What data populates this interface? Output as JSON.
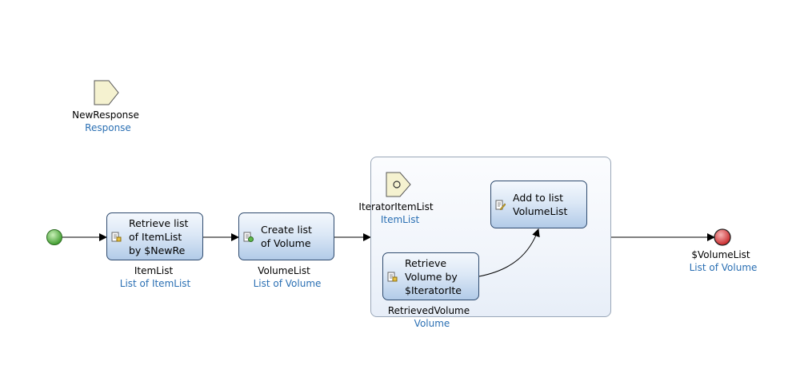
{
  "parameter": {
    "name": "NewResponse",
    "type": "Response"
  },
  "activities": [
    {
      "id": "retrieve-itemlist",
      "text": "Retrieve list\nof ItemList\nby $NewRe",
      "icon": "retrieve-icon",
      "output_name": "ItemList",
      "output_type": "List of ItemList"
    },
    {
      "id": "create-list",
      "text": "Create list\nof Volume",
      "icon": "create-list-icon",
      "output_name": "VolumeList",
      "output_type": "List of Volume"
    },
    {
      "id": "add-to-list",
      "text": "Add to list\nVolumeList",
      "icon": "change-list-icon",
      "output_name": "",
      "output_type": ""
    },
    {
      "id": "retrieve-volume",
      "text": "Retrieve\nVolume by\n$IteratorIte",
      "icon": "retrieve-icon",
      "output_name": "RetrievedVolume",
      "output_type": "Volume"
    }
  ],
  "iterator": {
    "name": "IteratorItemList",
    "type": "ItemList"
  },
  "end_event": {
    "name": "$VolumeList",
    "type": "List of Volume"
  },
  "colors": {
    "start": "#4caf3a",
    "end": "#d9393b",
    "activity_border": "#2e4a6e",
    "type_text": "#2a6fb3",
    "parameter_fill": "#f5f2d0"
  }
}
